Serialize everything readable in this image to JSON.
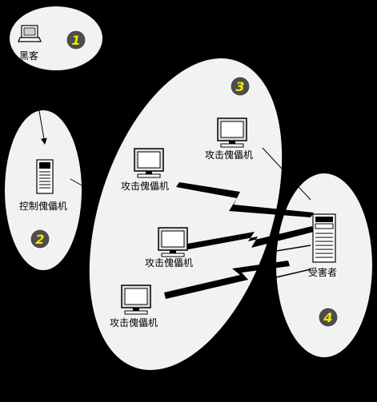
{
  "nodes": {
    "hacker": {
      "label": "黑客"
    },
    "controller": {
      "label": "控制傀儡机"
    },
    "zombie_1": {
      "label": "攻击傀儡机"
    },
    "zombie_2": {
      "label": "攻击傀儡机"
    },
    "zombie_3": {
      "label": "攻击傀儡机"
    },
    "zombie_4": {
      "label": "攻击傀儡机"
    },
    "victim": {
      "label": "受害者"
    }
  },
  "badges": [
    "1",
    "2",
    "3",
    "4"
  ],
  "colors": {
    "background": "#000000",
    "region_fill": "#f2f2f2",
    "badge_fill": "#4d4d4d",
    "badge_text": "#f2e600"
  }
}
